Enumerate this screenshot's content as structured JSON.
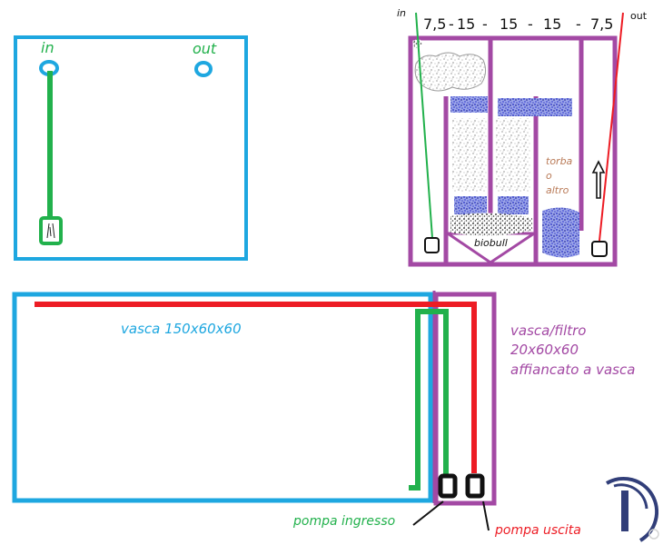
{
  "labels": {
    "top_left_in": "in",
    "top_left_out": "out",
    "filter_in": "in",
    "filter_out": "out",
    "dimensions": [
      "7,5",
      "-",
      "15",
      "-",
      "15",
      "-",
      "15",
      "-",
      "7,5"
    ],
    "torba": [
      "torba",
      "o",
      "altro"
    ],
    "biobull": "biobull",
    "vasca": "vasca 150x60x60",
    "filter_desc": [
      "vasca/filtro",
      "20x60x60",
      "affiancato a vasca"
    ],
    "pompa_ingresso": "pompa ingresso",
    "pompa_uscita": "pompa uscita"
  },
  "colors": {
    "blue": "#1ea7e0",
    "green": "#22b14c",
    "red": "#ed1c24",
    "purple": "#a349a4",
    "label_blue": "#1ea7e0",
    "label_green": "#22b14c",
    "label_purple": "#a349a4",
    "label_brown": "#b97a57",
    "media_blue": "#3f48cc",
    "media_gray": "#b4b4b4",
    "logo_navy": "#1b2a6b"
  },
  "icons": {
    "up_arrow": "up-arrow-icon",
    "logo": "logo-icon"
  }
}
